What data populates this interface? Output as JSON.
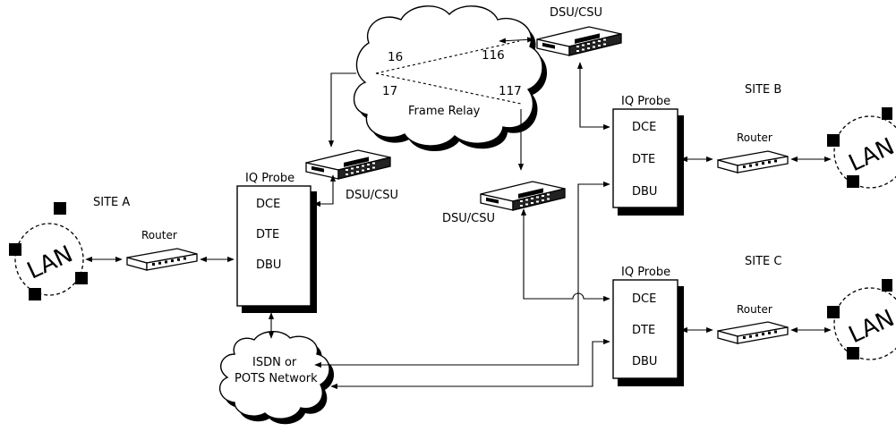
{
  "sites": {
    "a": "SITE A",
    "b": "SITE B",
    "c": "SITE C"
  },
  "lan": {
    "label": "LAN"
  },
  "router": {
    "label": "Router"
  },
  "probe": {
    "title": "IQ Probe",
    "ports": [
      "DCE",
      "DTE",
      "DBU"
    ]
  },
  "dsu": {
    "label": "DSU/CSU"
  },
  "frame_relay": {
    "label": "Frame Relay",
    "dlci": [
      "16",
      "17",
      "116",
      "117"
    ]
  },
  "isdn": {
    "line1": "ISDN or",
    "line2": "POTS Network"
  }
}
